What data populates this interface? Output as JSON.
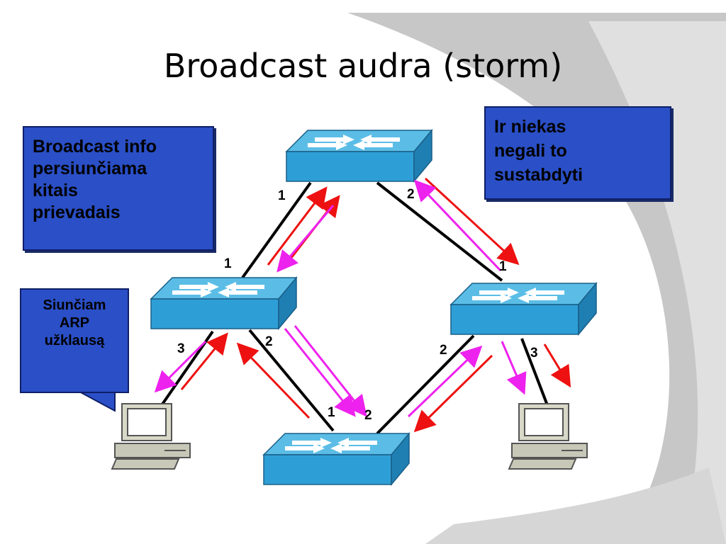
{
  "slide": {
    "title": "Broadcast audra (storm)"
  },
  "callouts": {
    "left_lines": [
      "Broadcast info",
      "persiunčiama",
      "kitais",
      "prievadais"
    ],
    "right_lines": [
      "Ir niekas",
      "negali to",
      "sustabdyti"
    ],
    "speech_lines": [
      "Siunčiam",
      "ARP",
      "užklausą"
    ]
  },
  "port_labels": {
    "top_left": "1",
    "top_right": "2",
    "left_top": "1",
    "left_right": "2",
    "left_host": "3",
    "right_top": "1",
    "right_bottom": "2",
    "right_host": "3",
    "bottom_left": "1",
    "bottom_right": "2"
  },
  "colors": {
    "callout_fill": "#2a4fc6",
    "switch_fill": "#2e9fd6",
    "frame_arrow": "#ee1111",
    "broadcast_arrow": "#ee22ee",
    "link": "#000000"
  }
}
